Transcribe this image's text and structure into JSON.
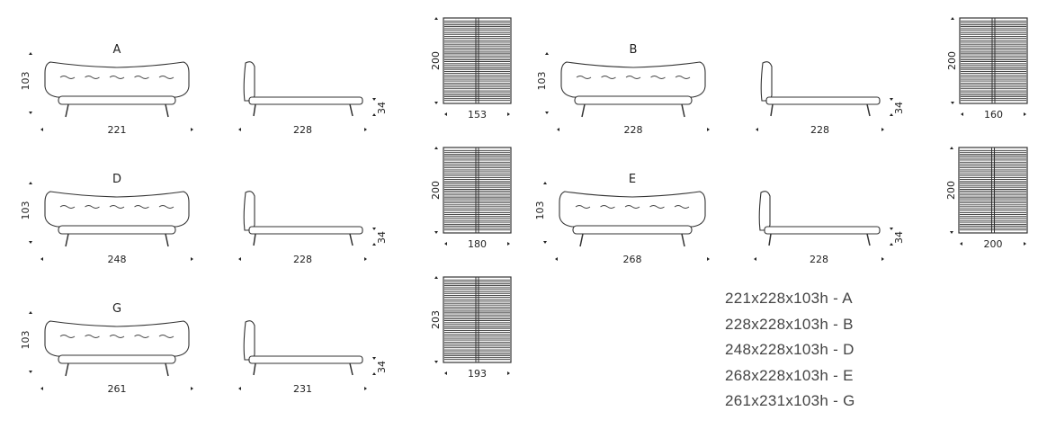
{
  "variants": [
    {
      "label": "A",
      "front_width": "221",
      "height": "103",
      "side_length": "228",
      "side_height": "34",
      "slat_length": "200",
      "slat_width": "153"
    },
    {
      "label": "B",
      "front_width": "228",
      "height": "103",
      "side_length": "228",
      "side_height": "34",
      "slat_length": "200",
      "slat_width": "160"
    },
    {
      "label": "D",
      "front_width": "248",
      "height": "103",
      "side_length": "228",
      "side_height": "34",
      "slat_length": "200",
      "slat_width": "180"
    },
    {
      "label": "E",
      "front_width": "268",
      "height": "103",
      "side_length": "228",
      "side_height": "34",
      "slat_length": "200",
      "slat_width": "200"
    },
    {
      "label": "G",
      "front_width": "261",
      "height": "103",
      "side_length": "231",
      "side_height": "34",
      "slat_length": "203",
      "slat_width": "193"
    }
  ],
  "legend": [
    "221x228x103h - A",
    "228x228x103h - B",
    "248x228x103h - D",
    "268x228x103h - E",
    "261x231x103h - G"
  ]
}
